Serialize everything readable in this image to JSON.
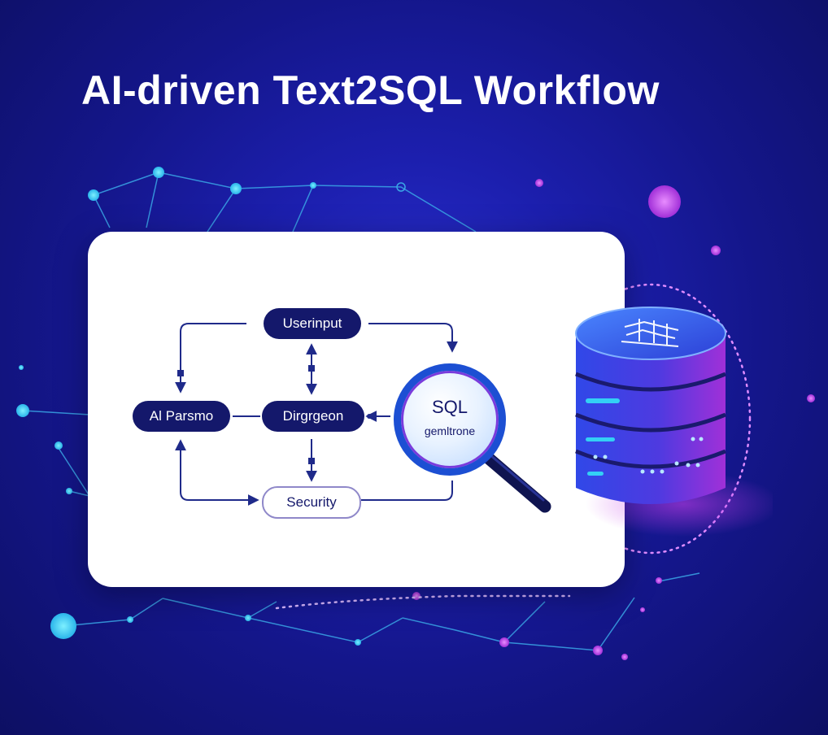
{
  "title": "AI-driven Text2SQL Workflow",
  "diagram": {
    "nodes": {
      "user_input": "Userinput",
      "ai_parsing": "Al Parsmo",
      "diagram_center": "Dirgrgeon",
      "security": "Security"
    },
    "magnifier": {
      "title": "SQL",
      "subtitle": "gemltrone"
    }
  },
  "colors": {
    "node_fill": "#14186b",
    "arrow": "#1f2a8a",
    "database": "#4a3ce0",
    "accent_cyan": "#33c8f0",
    "accent_magenta": "#c43ce8"
  },
  "icons": [
    "magnifier-icon",
    "database-icon",
    "network-decoration"
  ]
}
